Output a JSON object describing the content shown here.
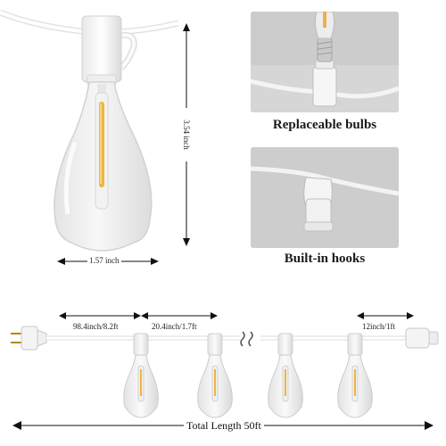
{
  "dimensions": {
    "height": "3.54 inch",
    "width": "1.57 inch",
    "plug_to_first": "98.4inch/8.2ft",
    "bulb_spacing": "20.4inch/1.7ft",
    "end_spacing": "12inch/1ft",
    "total_length": "Total Length 50ft"
  },
  "features": {
    "top_caption": "Replaceable bulbs",
    "bottom_caption": "Built-in hooks"
  },
  "colors": {
    "panel_bg": "#cfcfcf",
    "filament": "#f0b43c",
    "cord": "#ffffff"
  }
}
